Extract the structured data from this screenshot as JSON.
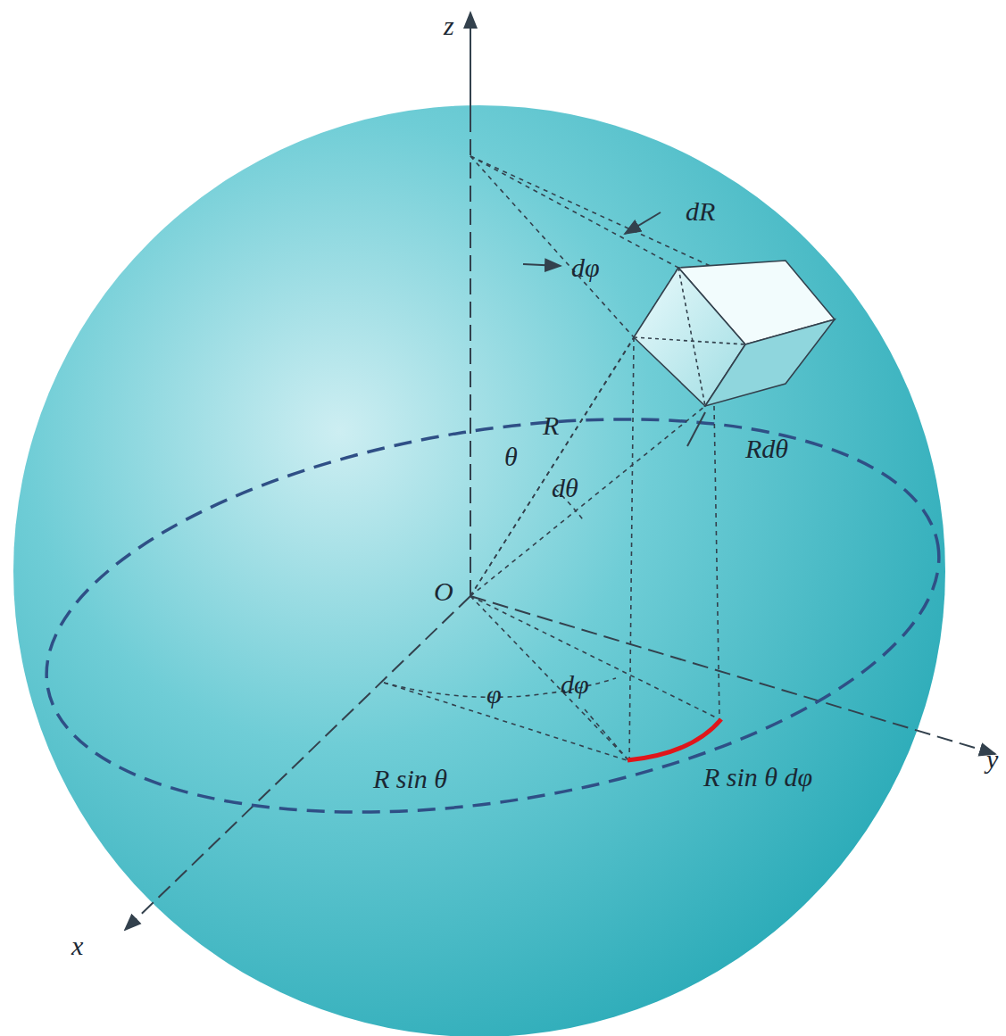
{
  "diagram": {
    "labels": [
      "z",
      "dR",
      "dφ",
      "R",
      "θ",
      "dθ",
      "Rdθ",
      "O",
      "φ",
      "dφ",
      "R sin θ",
      "R sin θ dφ",
      "x",
      "y"
    ]
  }
}
